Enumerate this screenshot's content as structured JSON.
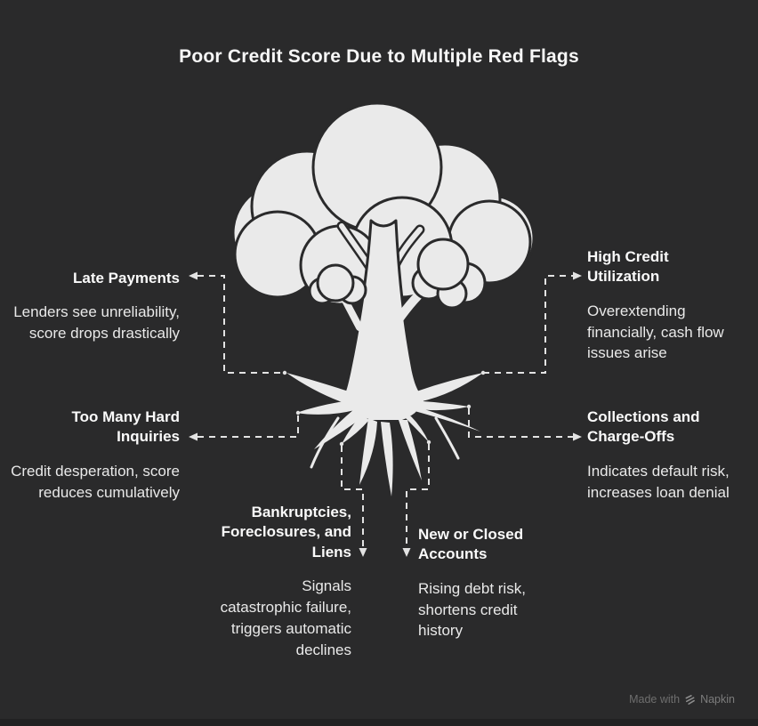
{
  "title": "Poor Credit Score Due to Multiple Red Flags",
  "nodes": [
    {
      "id": "late-payments",
      "title": "Late Payments",
      "description": "Lenders see unreliability, score drops drastically"
    },
    {
      "id": "high-credit-utilization",
      "title": "High Credit Utilization",
      "description": "Overextending financially, cash flow issues arise"
    },
    {
      "id": "too-many-hard-inquiries",
      "title": "Too Many Hard Inquiries",
      "description": "Credit desperation, score reduces cumulatively"
    },
    {
      "id": "collections-and-charge-offs",
      "title": "Collections and Charge-Offs",
      "description": "Indicates default risk, increases loan denial"
    },
    {
      "id": "bankruptcies-foreclosures-liens",
      "title": "Bankruptcies, Foreclosures, and Liens",
      "description": "Signals catastrophic failure, triggers automatic declines"
    },
    {
      "id": "new-or-closed-accounts",
      "title": "New or Closed Accounts",
      "description": "Rising debt risk, shortens credit history"
    }
  ],
  "watermark": {
    "prefix": "Made with",
    "brand": "Napkin"
  },
  "colors": {
    "background": "#2a2a2b",
    "heading_text": "#fafafa",
    "body_text": "#e9e9e9",
    "tree_fill": "#eaeaea",
    "connector": "#e3e3e3",
    "watermark": "#6e6e6e"
  },
  "icons": {
    "tree": "tree-with-roots-illustration",
    "brand_logo": "napkin-logo-icon"
  }
}
